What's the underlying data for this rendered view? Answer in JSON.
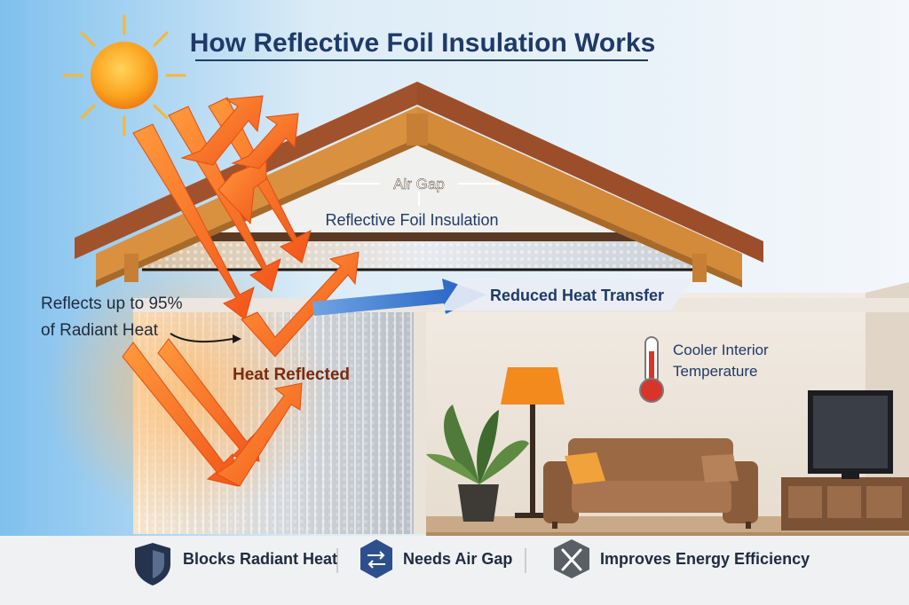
{
  "title": "How Reflective Foil Insulation Works",
  "labels": {
    "air_gap": "Air Gap",
    "foil": "Reflective Foil Insulation",
    "reduced": "Reduced Heat Transfer",
    "reflects_line1": "Reflects up to 95%",
    "reflects_line2": "of Radiant Heat",
    "heat_reflected": "Heat Reflected",
    "cooler_line1": "Cooler Interior",
    "cooler_line2": "Temperature"
  },
  "features": [
    {
      "label": "Blocks Radiant Heat",
      "icon": "shield-icon"
    },
    {
      "label": "Needs Air Gap",
      "icon": "air-gap-arrows-icon"
    },
    {
      "label": "Improves Energy Efficiency",
      "icon": "tools-icon"
    }
  ],
  "colors": {
    "title": "#1f3a68",
    "arrow_heat": "#f26a1b",
    "arrow_cool": "#2a66c4",
    "roof_wood": "#d9913f",
    "roof_tile": "#a0522d"
  }
}
